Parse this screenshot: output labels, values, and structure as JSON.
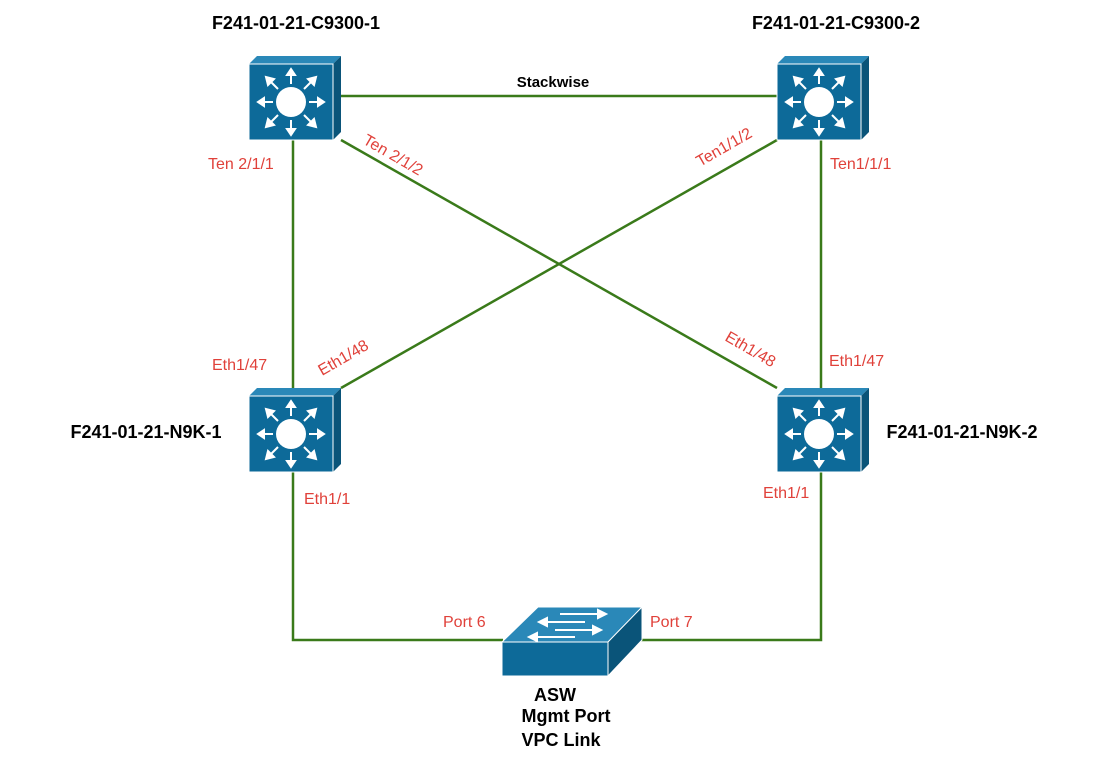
{
  "colors": {
    "link": "#3a7a1a",
    "port_label": "#e0413a",
    "device_front": "#0d6a99",
    "device_top": "#2a88b8",
    "device_side": "#0a5479"
  },
  "devices": {
    "c9300_1": {
      "label": "F241-01-21-C9300-1",
      "icon": "layer3-switch-icon"
    },
    "c9300_2": {
      "label": "F241-01-21-C9300-2",
      "icon": "layer3-switch-icon"
    },
    "n9k_1": {
      "label": "F241-01-21-N9K-1",
      "icon": "layer3-switch-icon"
    },
    "n9k_2": {
      "label": "F241-01-21-N9K-2",
      "icon": "layer3-switch-icon"
    },
    "asw": {
      "label": "ASW",
      "sub1": "Mgmt Port",
      "sub2": "VPC Link",
      "icon": "layer2-switch-icon"
    }
  },
  "links": {
    "stackwise": "Stackwise"
  },
  "ports": {
    "c1_ten211": "Ten 2/1/1",
    "c1_ten212": "Ten 2/1/2",
    "c2_ten112": "Ten1/1/2",
    "c2_ten111": "Ten1/1/1",
    "n1_eth147": "Eth1/47",
    "n1_eth148": "Eth1/48",
    "n2_eth148": "Eth1/48",
    "n2_eth147": "Eth1/47",
    "n1_eth11": "Eth1/1",
    "n2_eth11": "Eth1/1",
    "asw_port6": "Port 6",
    "asw_port7": "Port 7"
  }
}
